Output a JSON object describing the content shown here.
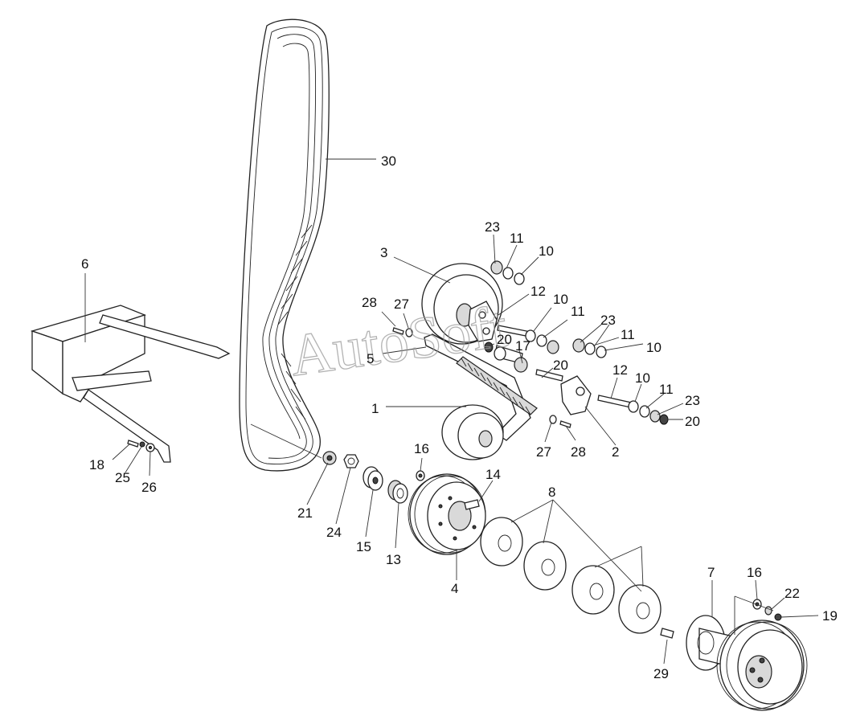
{
  "watermark": "AutoSoft",
  "callouts": [
    "30",
    "23",
    "11",
    "10",
    "3",
    "12",
    "10",
    "11",
    "23",
    "11",
    "10",
    "28",
    "27",
    "20",
    "17",
    "5",
    "20",
    "12",
    "10",
    "11",
    "23",
    "20",
    "1",
    "27",
    "28",
    "2",
    "6",
    "16",
    "14",
    "8",
    "18",
    "25",
    "26",
    "21",
    "24",
    "15",
    "13",
    "4",
    "7",
    "16",
    "22",
    "19",
    "29"
  ]
}
